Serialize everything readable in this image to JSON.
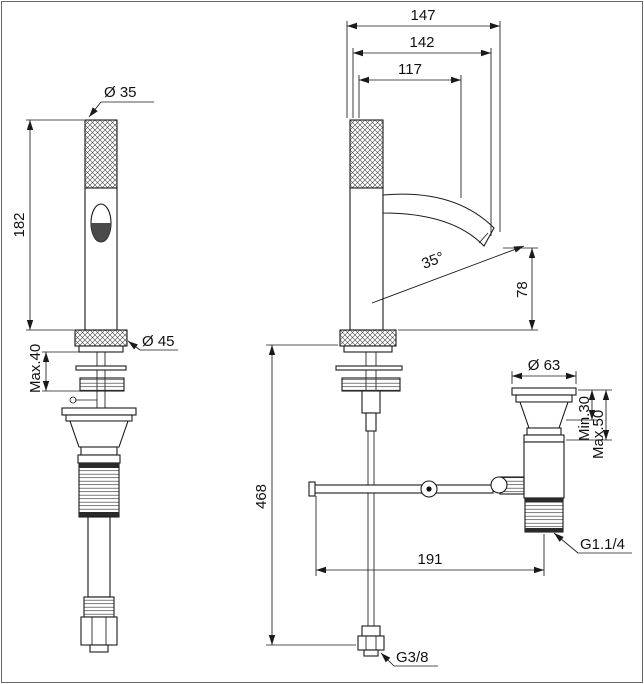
{
  "dimensions": {
    "front": {
      "handle_diameter": "Ø 35",
      "height": "182",
      "base_diameter": "Ø 45",
      "max_deck": "Max.40"
    },
    "side": {
      "reach_total": "147",
      "reach_outer": "142",
      "reach_spout": "117",
      "spout_angle": "35°",
      "spout_height": "78",
      "overall_height": "468",
      "drain_offset": "191",
      "hose_thread": "G3/8"
    },
    "waste": {
      "flange_diameter": "Ø 63",
      "min_height": "Min.30",
      "max_height": "Max.50",
      "thread": "G1.1/4"
    }
  }
}
